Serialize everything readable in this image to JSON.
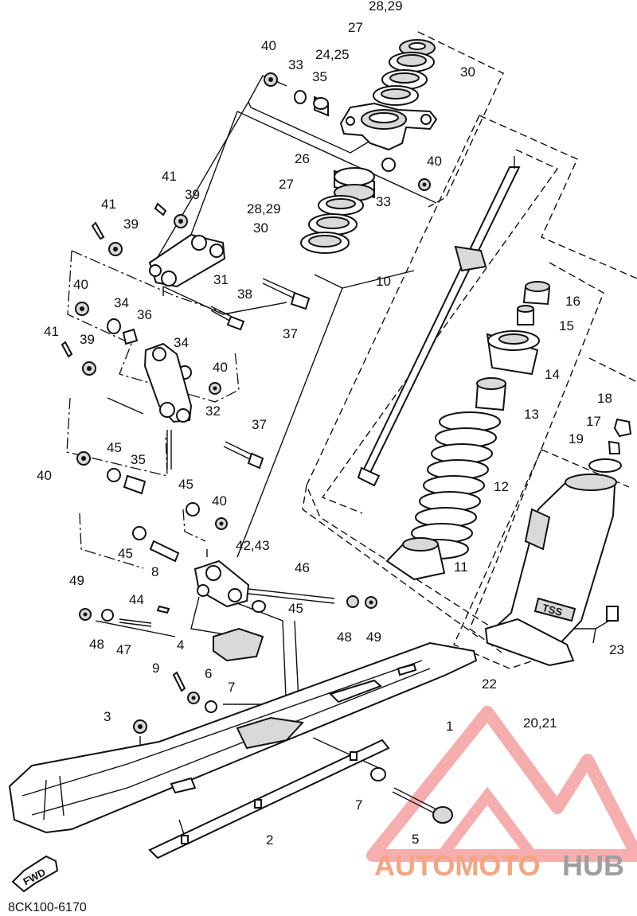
{
  "diagram": {
    "ref_code": "8CK100-6170",
    "fwd_label": "FWD",
    "tss_label": "TSS",
    "watermark": {
      "part1": "AUTOMOTO",
      "part2": "HUB",
      "color_main": "#f4a582",
      "color_hub": "#9e9e9e",
      "logo_color": "#ef6b6b"
    },
    "callouts": [
      "28,29",
      "27",
      "24,25",
      "30",
      "40",
      "33",
      "35",
      "26",
      "27",
      "40",
      "33",
      "28,29",
      "30",
      "41",
      "39",
      "41",
      "39",
      "31",
      "38",
      "37",
      "40",
      "34",
      "36",
      "10",
      "16",
      "15",
      "14",
      "41",
      "39",
      "34",
      "40",
      "32",
      "13",
      "18",
      "17",
      "37",
      "19",
      "45",
      "35",
      "40",
      "12",
      "45",
      "40",
      "45",
      "8",
      "42,43",
      "11",
      "46",
      "49",
      "44",
      "45",
      "48",
      "49",
      "48",
      "47",
      "4",
      "23",
      "22",
      "9",
      "6",
      "7",
      "20,21",
      "3",
      "1",
      "7",
      "5",
      "2"
    ]
  }
}
